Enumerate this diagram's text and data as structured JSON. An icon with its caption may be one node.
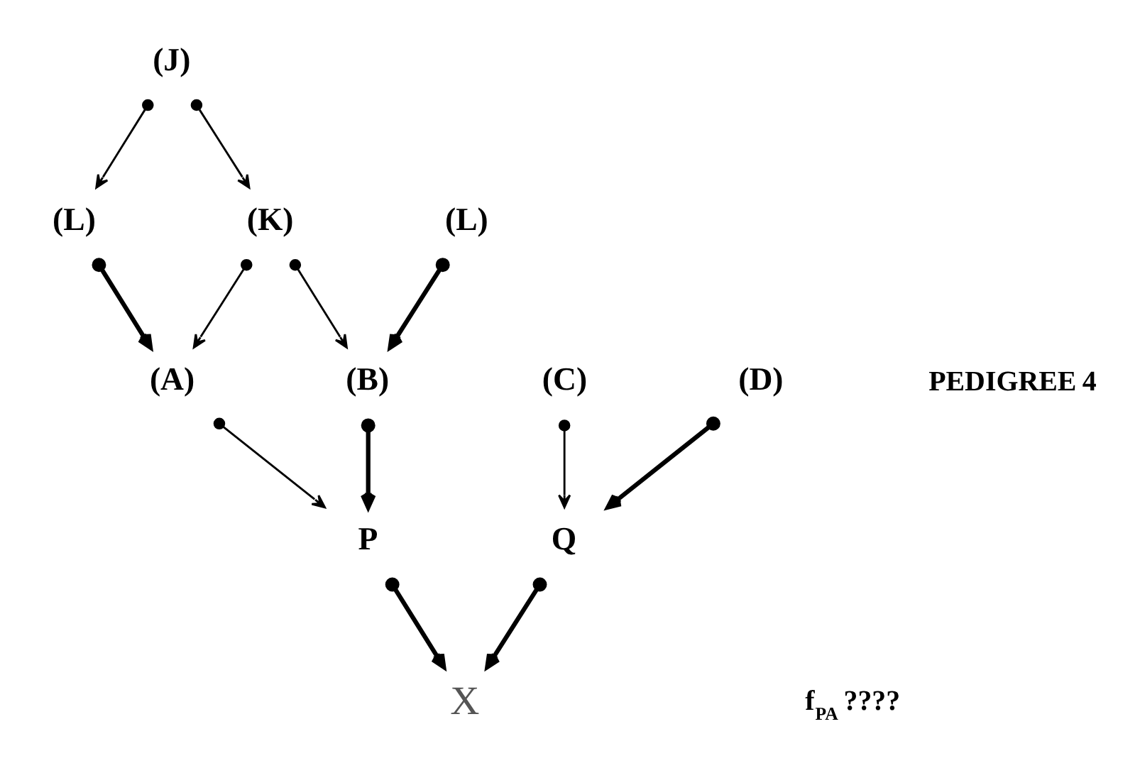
{
  "diagram": {
    "nodes": [
      {
        "text": [
          "(J)"
        ]
      },
      {
        "text": [
          "(L)"
        ]
      },
      {
        "text": [
          "(K)"
        ]
      },
      {
        "text": [
          "(L)"
        ]
      },
      {
        "text": [
          "(A)"
        ]
      },
      {
        "text": [
          "(B)"
        ]
      },
      {
        "text": [
          "(C)"
        ]
      },
      {
        "text": [
          "(D)"
        ]
      },
      {
        "text": [
          "P"
        ]
      },
      {
        "text": [
          "Q"
        ]
      },
      {
        "text": [
          "X"
        ]
      }
    ],
    "edges": [
      {
        "from": 0,
        "to": 1,
        "arrow": "to"
      },
      {
        "from": 0,
        "to": 2,
        "arrow": "to"
      },
      {
        "from": 1,
        "to": 4,
        "arrow": "to",
        "style": "thick"
      },
      {
        "from": 2,
        "to": 4,
        "arrow": "to"
      },
      {
        "from": 2,
        "to": 5,
        "arrow": "to"
      },
      {
        "from": 3,
        "to": 5,
        "arrow": "to",
        "style": "thick"
      },
      {
        "from": 4,
        "to": 8,
        "arrow": "to"
      },
      {
        "from": 5,
        "to": 8,
        "arrow": "to",
        "style": "thick"
      },
      {
        "from": 6,
        "to": 9,
        "arrow": "to"
      },
      {
        "from": 7,
        "to": 9,
        "arrow": "to",
        "style": "thick"
      },
      {
        "from": 8,
        "to": 10,
        "arrow": "to",
        "style": "thick"
      },
      {
        "from": 9,
        "to": 10,
        "arrow": "to",
        "style": "thick"
      }
    ],
    "labels": [
      "PEDIGREE 4",
      "f$_{PA}$ ????"
    ]
  }
}
